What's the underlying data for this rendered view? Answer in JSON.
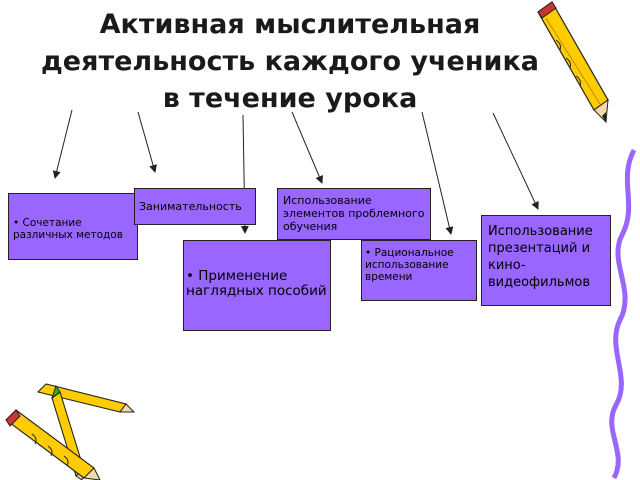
{
  "title": "Активная мыслительная деятельность каждого ученика в течение урока",
  "boxes": {
    "combination": "Сочетание различных методов",
    "entertainment": "Занимательность",
    "problem_learning": "Использование элементов проблемного обучения",
    "presentations": "Использование презентаций и кино-видеофильмов",
    "visual_aids": "Применение наглядных пособий",
    "time_usage": "Рациональное использование времени"
  },
  "colors": {
    "box_fill": "#9966ff",
    "pencil_yellow": "#ffcc00",
    "wavy_line": "#9966ff"
  },
  "icons": [
    "pencil-icon",
    "pencils-group-icon"
  ]
}
